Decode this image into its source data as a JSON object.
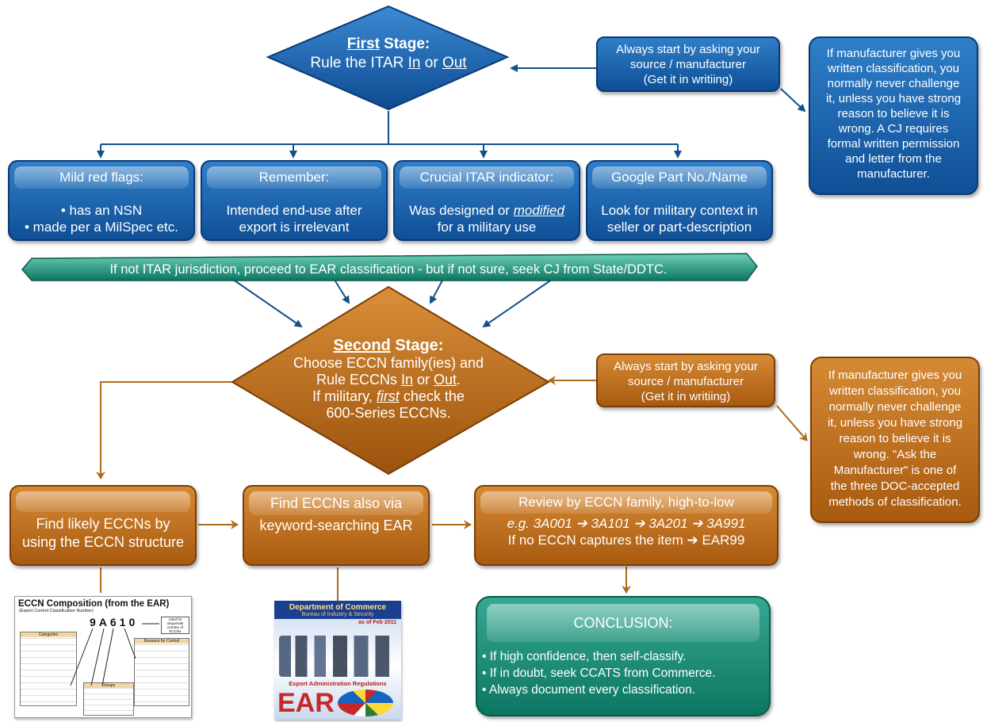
{
  "first_stage": {
    "title_bold": "First",
    "title_rest": " Stage:",
    "line_pre": "Rule the ITAR ",
    "in": "In",
    "or": " or ",
    "out": "Out"
  },
  "first_source": {
    "line1": "Always start by asking your",
    "line2": "source / manufacturer",
    "line3": "(Get it in writiing)"
  },
  "first_note": {
    "line1": "If manufacturer gives you",
    "line2": "written classification, you",
    "line3": "normally never challenge",
    "line4": "it, unless you have strong",
    "line5": "reason to believe it is",
    "line6": "wrong.  A CJ requires",
    "line7": "formal written permission",
    "line8": "and letter from the",
    "line9": "manufacturer."
  },
  "red_flags": {
    "title": "Mild red flags:",
    "line1": "• has an NSN",
    "line2": "• made per a MilSpec etc."
  },
  "remember": {
    "title": "Remember:",
    "line1": "Intended end-use after",
    "line2": "export is irrelevant"
  },
  "crucial": {
    "title": "Crucial ITAR indicator:",
    "line1_pre": "Was designed or ",
    "line1_em": "modified",
    "line2": "for a military use"
  },
  "google": {
    "title": "Google Part No./Name",
    "line1": "Look for military context in",
    "line2": "seller or part-description"
  },
  "banner": {
    "text": "If not ITAR jurisdiction, proceed to EAR classification - but if not sure, seek CJ from State/DDTC."
  },
  "second_stage": {
    "title_bold": "Second",
    "title_rest": " Stage:",
    "line1": "Choose ECCN family(ies) and",
    "line2_pre": "Rule ECCNs ",
    "in": "In",
    "or": " or ",
    "out": "Out",
    "period": ".",
    "line3_pre": "If military, ",
    "line3_em": "first",
    "line3_post": " check the",
    "line4": "600-Series ECCNs."
  },
  "second_source": {
    "line1": "Always start by asking your",
    "line2": "source / manufacturer",
    "line3": "(Get it in writiing)"
  },
  "second_note": {
    "line1": "If manufacturer gives you",
    "line2": "written classification, you",
    "line3": "normally never challenge",
    "line4": "it, unless you have strong",
    "line5": "reason to believe it is",
    "line6": "wrong.  \"Ask the",
    "line7": "Manufacturer\" is one of",
    "line8": "the three DOC-accepted",
    "line9": "methods of classification."
  },
  "find_structure": {
    "line1": "Find likely ECCNs by",
    "line2": "using the ECCN structure"
  },
  "find_keyword": {
    "line1": "Find ECCNs also via",
    "line2": "keyword-searching EAR"
  },
  "review": {
    "line1": "Review by ECCN family, high-to-low",
    "line2": "e.g. 3A001 ➔ 3A101 ➔ 3A201 ➔ 3A991",
    "line3": "If no ECCN captures the item ➔ EAR99"
  },
  "conclusion": {
    "title": "CONCLUSION:",
    "line1": "• If high confidence, then self-classify.",
    "line2": "• If in doubt, seek CCATS from Commerce.",
    "line3": "• Always document every classification."
  },
  "eccn_image": {
    "title": "ECCN Composition (from the EAR)",
    "subtitle": "(Export Control Classification Number)",
    "code": "9A610",
    "categories_header": "Categories",
    "groups_header": "Groups",
    "reasons_header": "Reasons for Control",
    "used_for": "Used for sequential number of ECCNs"
  },
  "ear_image": {
    "dept": "Department of Commerce",
    "bureau": "Bureau of Industry & Security",
    "date": "as of Feb 2011",
    "regs": "Export Administration Regulations",
    "ear": "EAR"
  },
  "colors": {
    "blue": "#0f4f96",
    "orange": "#a85a10",
    "teal": "#0d7663"
  }
}
